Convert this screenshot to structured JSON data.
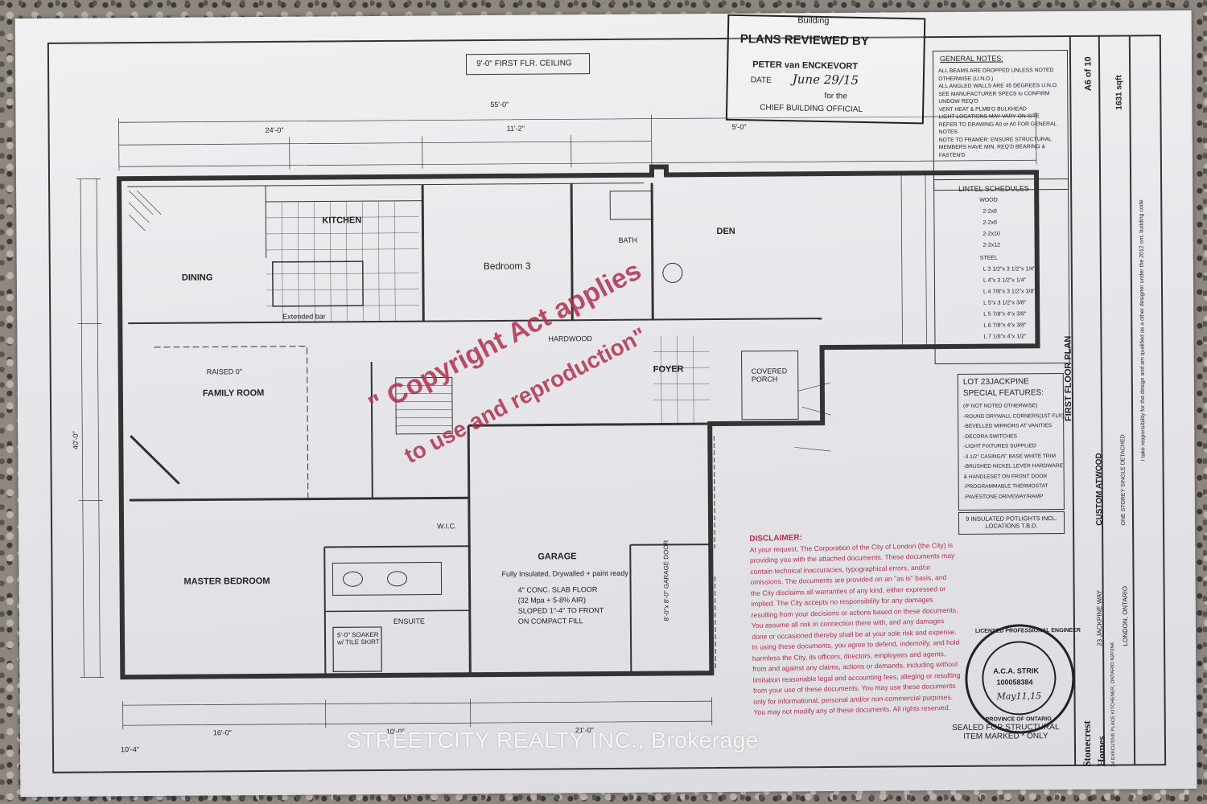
{
  "ceiling_note": "9'-0\" FIRST FLR. CEILING",
  "review_stamp": {
    "building": "Building",
    "title": "PLANS REVIEWED BY",
    "name": "PETER van ENCKEVORT",
    "date_label": "DATE",
    "date_value": "June 29/15",
    "for_the": "for the",
    "official": "CHIEF BUILDING OFFICIAL"
  },
  "rooms": {
    "kitchen": "KITCHEN",
    "dining": "DINING",
    "bedroom3": "Bedroom 3",
    "bath": "BATH",
    "den": "DEN",
    "family": "FAMILY ROOM",
    "foyer": "FOYER",
    "garage": "GARAGE",
    "master": "MASTER BEDROOM",
    "ensuite": "ENSUITE",
    "wic": "W.I.C.",
    "hardwood": "HARDWOOD",
    "raised": "RAISED 0\"",
    "porch": "COVERED PORCH",
    "extended_bar": "Extended bar"
  },
  "dimensions": {
    "overall_width": "55'-0\"",
    "left_segment": "24'-0\"",
    "mid_segment": "11'-2\"",
    "right_segment": "5'-0\"",
    "overall_depth": "40'-0\"",
    "bottom_left": "16'-0\"",
    "bottom_mid": "10'-0\"",
    "bottom_right": "21'-0\"",
    "bottom_far": "10'-4\""
  },
  "watermark": {
    "line1": "\" Copyright Act applies",
    "line2": "to use and reproduction\""
  },
  "general_notes": {
    "title": "GENERAL NOTES:",
    "items": [
      "ALL BEAMS ARE DROPPED UNLESS NOTED OTHERWISE (U.N.O.)",
      "ALL ANGLED WALLS ARE 45 DEGREES U.N.O.",
      "SEE MANUFACTURER SPECS to CONFIRM UNDOW REQ'D",
      "VENT HEAT & PLMB'G BULKHEAD",
      "LIGHT LOCATIONS MAY VARY ON SITE",
      "REFER TO DRAWING A0 or A0 FOR GENERAL NOTES",
      "NOTE TO FRAMER: ENSURE STRUCTURAL MEMBERS HAVE MIN. REQ'D BEARING & FASTEN'D"
    ]
  },
  "lintel_schedule": {
    "title": "LINTEL SCHEDULES",
    "wood_label": "WOOD",
    "steel_label": "STEEL",
    "wood": [
      "2-2x8",
      "2-2x8",
      "2-2x10",
      "2-2x12"
    ],
    "steel": [
      "L 3 1/2\"x 3 1/2\"x 1/4\"",
      "L 4\"x 3 1/2\"x 1/4\"",
      "L 4 7/8\"x 3 1/2\"x 3/8\"",
      "L 5\"x 3 1/2\"x 3/8\"",
      "L 5 7/8\"x 4\"x 3/8\"",
      "L 6 7/8\"x 4\"x 3/8\"",
      "L 7 1/8\"x 4\"x 1/2\""
    ]
  },
  "special_features": {
    "title": "LOT 23JACKPINE",
    "subtitle": "SPECIAL FEATURES:",
    "items": [
      "(IF NOT NOTED OTHERWISE)",
      "-ROUND DRYWALL CORNERS(1ST FLR)",
      "-BEVELLED MIRRORS AT VANITIES",
      "-DECORA SWITCHES",
      "-LIGHT FIXTURES SUPPLIED",
      "-3 1/2\" CASING/5\" BASE WHITE TRIM",
      "-BRUSHED NICKEL LEVER HARDWARE",
      "& HANDLESET ON FRONT DOOR",
      "-PROGRAMMABLE THERMOSTAT",
      "-PAVESTONE DRIVEWAY/RAMP"
    ],
    "potlights": "9 INSULATED POTLIGHTS INCL. LOCATIONS T.B.D."
  },
  "title_block": {
    "sheet": "A6 of 10",
    "area": "1631 sqft",
    "drawing_title": "FIRST FLOOR PLAN",
    "model": "CUSTOM ATWOOD",
    "model_type": "ONE STOREY SINGLE DETACHED",
    "address": "23 JACKPINE WAY",
    "city": "LONDON, ONTARIO",
    "company1": "Stonecrest",
    "company2": "Homes",
    "company_address": "24 EXECUTIVE PLACE KITCHENER, ONTARIO N2P2N4",
    "responsibility": "I take responsibility for the design and am qualified as a other designer under the 2012 ont. building code"
  },
  "disclaimer": {
    "title": "DISCLAIMER:",
    "body": "At your request, The Corporation of the City of London (the City) is providing you with the attached documents. These documents may contain technical inaccuracies, typographical errors, and/or omissions. The documents are provided on an \"as is\" basis, and the City disclaims all warranties of any kind, either expressed or implied. The City accepts no responsibility for any damages resulting from your decisions or actions based on these documents. You assume all risk in connection there with, and any damages done or occasioned thereby shall be at your sole risk and expense. In using these documents, you agree to defend, indemnify, and hold harmless the City, its officers, directors, employees and agents, from and against any claims, actions or demands, including without limitation reasonable legal and accounting fees, alleging or resulting from your use of these documents. You may use these documents only for informational, personal and/or non-commercial purposes. You may not modify any of these documents. All rights reserved."
  },
  "seal": {
    "outer_top": "LICENSED PROFESSIONAL ENGINEER",
    "outer_bottom": "PROVINCE OF ONTARIO",
    "name": "A.C.A. STRIK",
    "number": "100058384",
    "date": "May11,15"
  },
  "sealed_note": "SEALED FOR STRUCTURAL ITEM MARKED * ONLY",
  "garage_notes": [
    "Fully Insulated, Drywalled + paint ready",
    "4\" CONC. SLAB FLOOR",
    "(32 Mpa + 5-8% AIR)",
    "SLOPED 1\"-4\" TO FRONT",
    "ON COMPACT FILL"
  ],
  "garage_door": "8'-0\"x 8'-0\" GARAGE DOOR",
  "ensuite_soaker": "5'-0\" SOAKER w/ TILE SKIRT",
  "brokerage": "STREETCITY REALTY INC., Brokerage"
}
